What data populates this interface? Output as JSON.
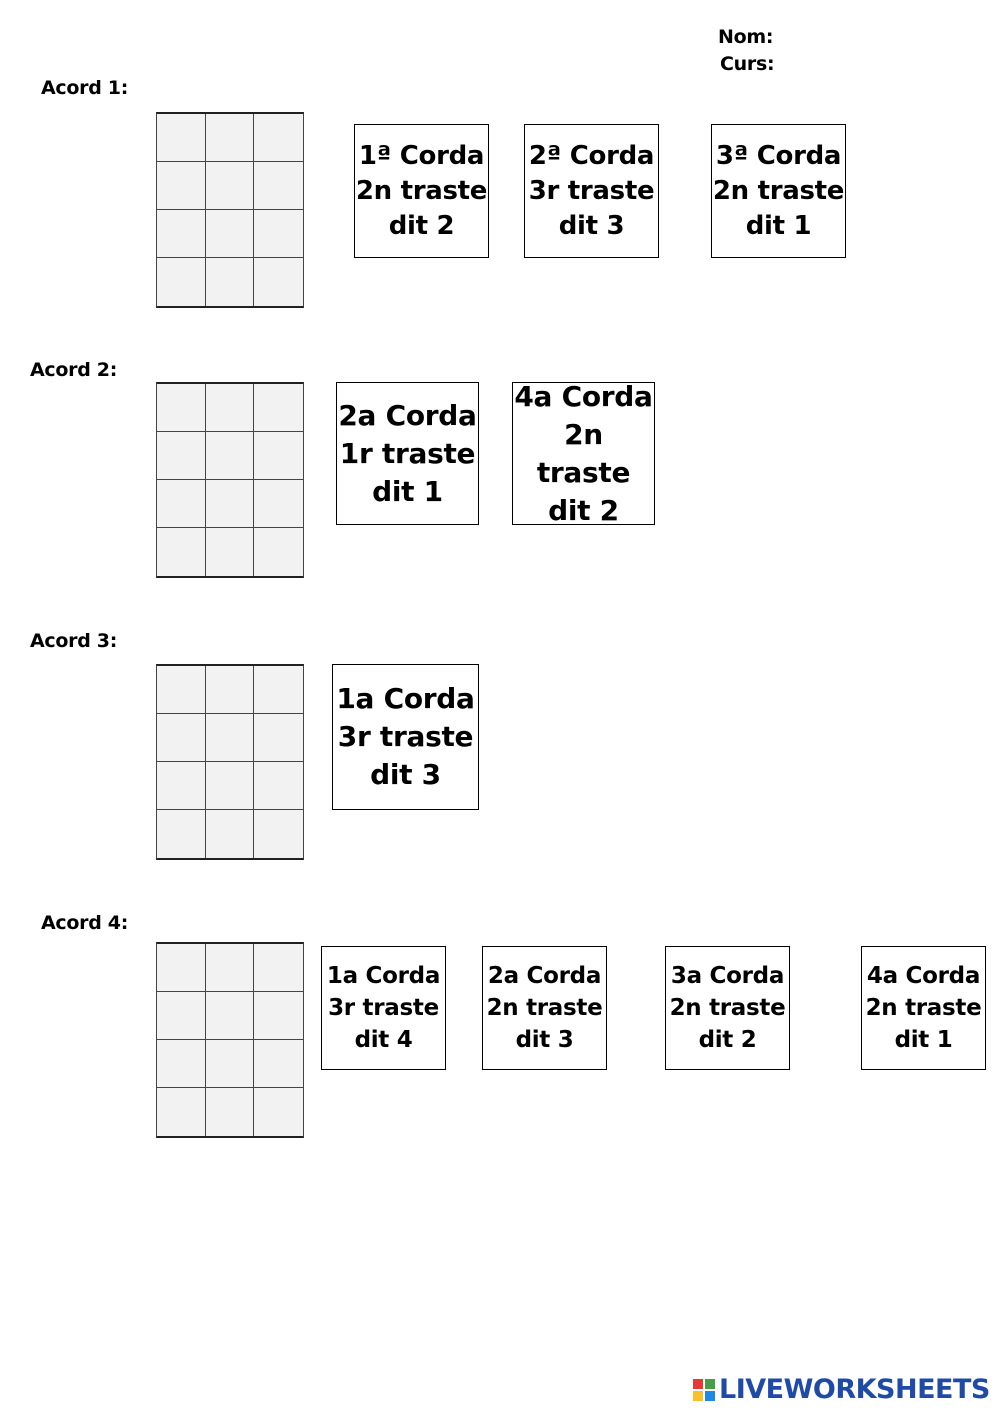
{
  "header": {
    "name_label": "Nom:",
    "course_label": "Curs:"
  },
  "chords": [
    {
      "label": "Acord 1:",
      "cards": [
        {
          "line1": "1ª Corda",
          "line2": "2n traste",
          "line3": "dit 2"
        },
        {
          "line1": "2ª Corda",
          "line2": "3r traste",
          "line3": "dit 3"
        },
        {
          "line1": "3ª Corda",
          "line2": "2n traste",
          "line3": "dit 1"
        }
      ]
    },
    {
      "label": "Acord 2:",
      "cards": [
        {
          "line1": "2a Corda",
          "line2": "1r traste",
          "line3": "dit 1"
        },
        {
          "line1": "4a Corda",
          "line2": "2n traste",
          "line3": "dit 2"
        }
      ]
    },
    {
      "label": "Acord 3:",
      "cards": [
        {
          "line1": "1a Corda",
          "line2": "3r traste",
          "line3": "dit 3"
        }
      ]
    },
    {
      "label": "Acord 4:",
      "cards": [
        {
          "line1": "1a Corda",
          "line2": "3r traste",
          "line3": "dit 4"
        },
        {
          "line1": "2a Corda",
          "line2": "2n traste",
          "line3": "dit 3"
        },
        {
          "line1": "3a Corda",
          "line2": "2n traste",
          "line3": "dit 2"
        },
        {
          "line1": "4a Corda",
          "line2": "2n traste",
          "line3": "dit 1"
        }
      ]
    }
  ],
  "footer": {
    "brand": "LIVEWORKSHEETS",
    "brand_color": "#1f4aa8",
    "logo_colors": [
      "#e53935",
      "#43a047",
      "#fbc02d",
      "#1e88e5"
    ]
  }
}
